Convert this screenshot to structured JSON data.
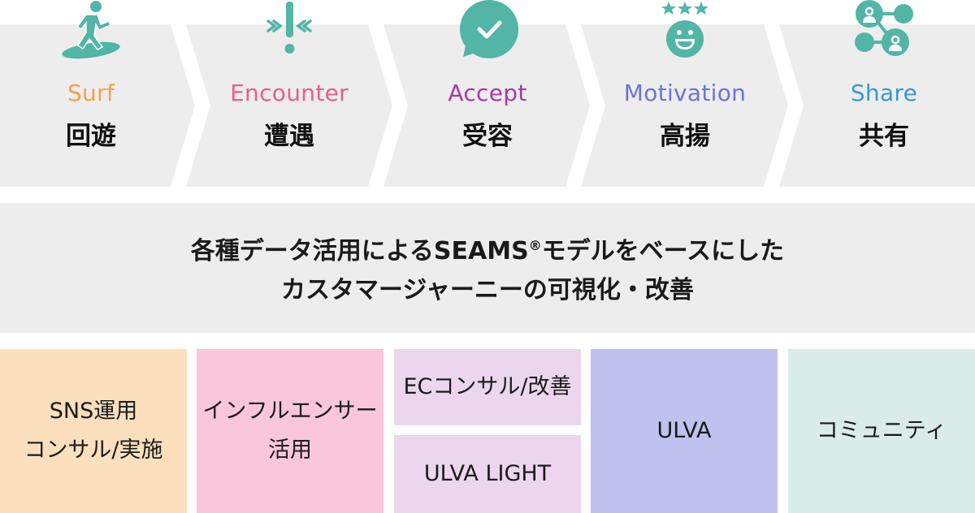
{
  "stages": [
    {
      "en": "Surf",
      "jp": "回遊",
      "color": "#f5a04a",
      "icon": "surfer-icon"
    },
    {
      "en": "Encounter",
      "jp": "遭遇",
      "color": "#f05a8a",
      "icon": "exclamation-icon"
    },
    {
      "en": "Accept",
      "jp": "受容",
      "color": "#a63aa6",
      "icon": "check-bubble-icon"
    },
    {
      "en": "Motivation",
      "jp": "高揚",
      "color": "#6a74d8",
      "icon": "smile-stars-icon"
    },
    {
      "en": "Share",
      "jp": "共有",
      "color": "#3a96d8",
      "icon": "share-network-icon"
    }
  ],
  "icon_color": "#52b5a6",
  "summary": {
    "line1_pre": "各種データ活用による",
    "line1_brand": "SEAMS",
    "line1_mark": "®",
    "line1_post": "モデルをベースにした",
    "line2": "カスタマージャーニーの可視化・改善"
  },
  "services": [
    {
      "line1": "SNS運用",
      "line2": "コンサル/実施",
      "color": "#fcdfbc"
    },
    {
      "line1": "インフルエンサー",
      "line2": "活用",
      "color": "#f9c6da"
    },
    {
      "line1": "ECコンサル/改善",
      "color": "#ebd6ee"
    },
    {
      "line1": "ULVA LIGHT",
      "color": "#ebd6ee"
    },
    {
      "line1": "ULVA",
      "color": "#bfc1ef"
    },
    {
      "line1": "コミュニティ",
      "color": "#d9ece8"
    }
  ]
}
